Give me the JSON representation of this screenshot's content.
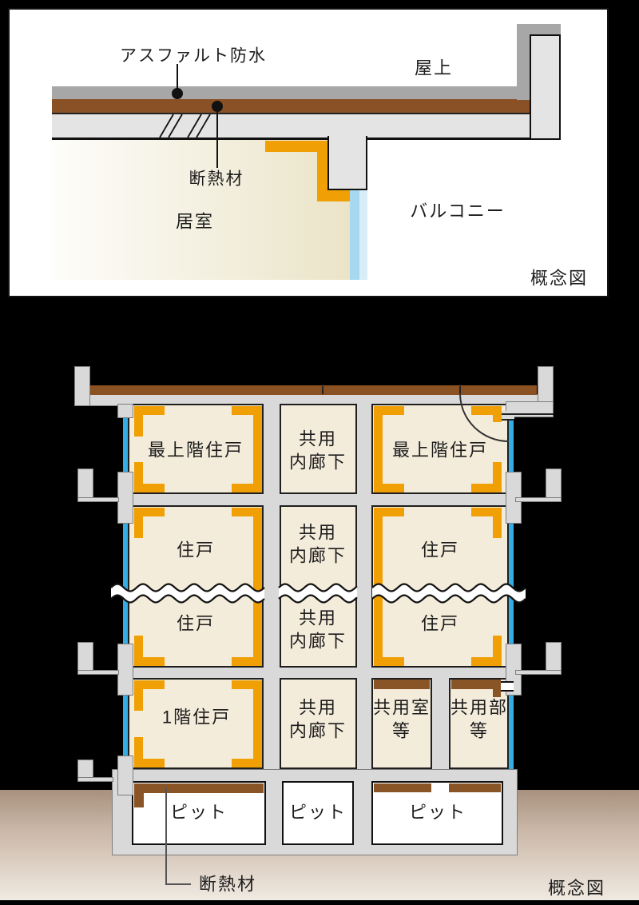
{
  "top_diagram": {
    "caption": "概念図",
    "labels": {
      "waterproofing": "アスファルト防水",
      "rooftop": "屋上",
      "insulation": "断熱材",
      "living_room": "居室",
      "balcony": "バルコニー"
    },
    "colors": {
      "roof_surface_gray": "#a7a7a7",
      "insulation_brown": "#8b5126",
      "concrete": "#e4e4e4",
      "wall_insulation_orange": "#f0a005",
      "wall_finish_blue_inner": "#a6d9f0",
      "wall_finish_blue_outer": "#d7edf8",
      "room_gradient_end": "#ebe4c8"
    }
  },
  "bottom_diagram": {
    "caption": "概念図",
    "insulation_label": "断熱材",
    "rooms": {
      "top_left": "最上階住戸",
      "top_right": "最上階住戸",
      "mid_left": "住戸",
      "mid_right": "住戸",
      "low_left": "住戸",
      "low_right": "住戸",
      "first_floor": "1階住戸",
      "corridor_line1": "共用",
      "corridor_line2": "内廊下",
      "common_room_line1": "共用室",
      "common_room_line2": "等",
      "common_area_line1": "共用部",
      "common_area_line2": "等",
      "pit1": "ピット",
      "pit2": "ピット",
      "pit3": "ピット"
    },
    "colors": {
      "background": "#000000",
      "concrete": "#d9d9d9",
      "room_cream": "#f4ecdb",
      "insulation_brown": "#8a5526",
      "reinforce_orange": "#f0a005",
      "exterior_blue": "#35ace4",
      "ground_top": "#a8917e",
      "ground_bottom": "#f0eae2"
    }
  }
}
